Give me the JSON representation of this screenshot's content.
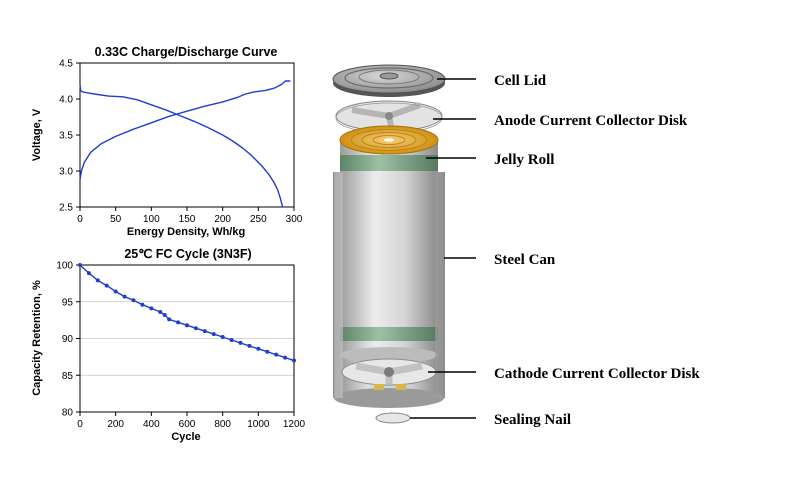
{
  "chart_data": [
    {
      "type": "line",
      "title": "0.33C Charge/Discharge Curve",
      "xlabel": "Energy Density, Wh/kg",
      "ylabel": "Voltage, V",
      "xlim": [
        0,
        300
      ],
      "ylim": [
        2.5,
        4.5
      ],
      "xticks": [
        "0",
        "50",
        "100",
        "150",
        "200",
        "250",
        "300"
      ],
      "yticks": [
        "2.5",
        "3.0",
        "3.5",
        "4.0",
        "4.5"
      ],
      "grid": false,
      "color": "#1f3fcf",
      "series": [
        {
          "x": [
            0,
            1,
            3,
            8,
            20,
            40,
            60,
            80,
            100,
            120,
            140,
            160,
            180,
            200,
            215,
            228,
            240,
            255,
            265,
            272,
            277,
            281,
            284
          ],
          "y": [
            4.2,
            4.12,
            4.1,
            4.09,
            4.07,
            4.04,
            4.03,
            3.99,
            3.92,
            3.85,
            3.77,
            3.69,
            3.6,
            3.5,
            3.41,
            3.32,
            3.22,
            3.07,
            2.95,
            2.84,
            2.74,
            2.62,
            2.5
          ]
        },
        {
          "x": [
            0,
            2,
            6,
            15,
            30,
            50,
            75,
            100,
            125,
            150,
            175,
            200,
            220,
            232,
            245,
            260,
            272,
            282,
            288,
            292,
            295
          ],
          "y": [
            2.88,
            3.0,
            3.12,
            3.26,
            3.38,
            3.48,
            3.58,
            3.67,
            3.76,
            3.83,
            3.9,
            3.96,
            4.02,
            4.07,
            4.1,
            4.12,
            4.15,
            4.2,
            4.25,
            4.25,
            4.25
          ]
        }
      ]
    },
    {
      "type": "line",
      "title": "25℃ FC Cycle (3N3F)",
      "xlabel": "Cycle",
      "ylabel": "Capacity Retention, %",
      "xlim": [
        0,
        1200
      ],
      "ylim": [
        80,
        100
      ],
      "xticks": [
        "0",
        "200",
        "400",
        "600",
        "800",
        "1000",
        "1200"
      ],
      "yticks": [
        "80",
        "85",
        "90",
        "95",
        "100"
      ],
      "grid": true,
      "color": "#1f3fcf",
      "series": [
        {
          "x": [
            0,
            50,
            100,
            150,
            200,
            250,
            300,
            350,
            400,
            450,
            475,
            500,
            550,
            600,
            650,
            700,
            750,
            800,
            850,
            900,
            950,
            1000,
            1050,
            1100,
            1150,
            1200
          ],
          "y": [
            100,
            98.9,
            97.9,
            97.2,
            96.4,
            95.7,
            95.2,
            94.6,
            94.1,
            93.6,
            93.2,
            92.6,
            92.2,
            91.8,
            91.4,
            91.0,
            90.6,
            90.2,
            89.8,
            89.4,
            89.0,
            88.6,
            88.2,
            87.8,
            87.4,
            87.0
          ]
        }
      ]
    }
  ],
  "diagram": {
    "labels": {
      "lid": "Cell Lid",
      "anode": "Anode Current Collector Disk",
      "jelly": "Jelly Roll",
      "can": "Steel Can",
      "cathode": "Cathode Current Collector Disk",
      "nail": "Sealing Nail"
    },
    "colors": {
      "jelly_top": "#e6ad2c",
      "jelly_band": "#7fa68a",
      "steel": "#d0d0d0"
    }
  }
}
